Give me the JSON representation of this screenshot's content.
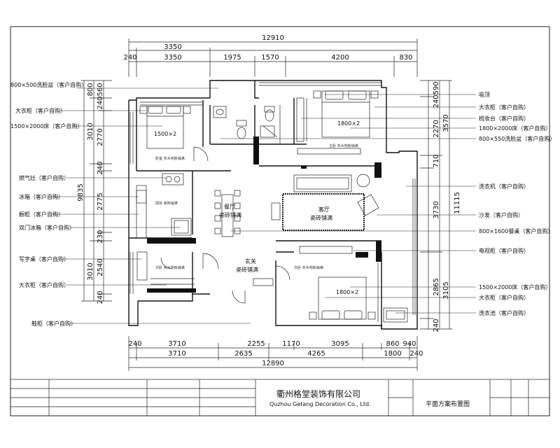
{
  "title_block": {
    "company_cn": "衢州格堂装饰有限公司",
    "company_en": "Quzhou Getang Decoration Co., Ltd.",
    "drawing_title": "平面方案布置图"
  },
  "top_dimensions": {
    "overall": "12910",
    "upper": [
      "3350"
    ],
    "lower": [
      "240",
      "3350",
      "1975",
      "1570",
      "4200",
      "830"
    ]
  },
  "bottom_dimensions": {
    "overall": "12890",
    "upper": [
      "240",
      "3710",
      "2255",
      "1170",
      "3095",
      "860",
      "940"
    ],
    "lower": [
      "3710",
      "2635",
      "4265",
      "1800",
      "240"
    ]
  },
  "left_dimensions": {
    "outer": [
      "9835"
    ],
    "inner_a": [
      "800",
      "560",
      "240",
      "3010",
      "2770",
      "240",
      "2775",
      "230",
      "3010",
      "2540",
      "240"
    ]
  },
  "right_dimensions": {
    "inner": [
      "590",
      "240",
      "2270",
      "3570",
      "710",
      "3730",
      "2865",
      "3105",
      "240"
    ],
    "outer": [
      "11115"
    ]
  },
  "left_notes": [
    "800×500洗脸盆（客户自购）",
    "大衣柜（客户自购）",
    "1500×2000床（客户自购）",
    "燃气灶（客户自购）",
    "冰箱（客户自购）",
    "橱柜（客户自购）",
    "双门冰箱（客户自购）",
    "写字桌（客户自购）",
    "大衣柜（客户自购）",
    "鞋柜（客户自购）"
  ],
  "right_notes": [
    "吸顶",
    "大衣柜（客户自购）",
    "梳妆台（客户自购）",
    "1800×2000床（客户自购）",
    "800×550洗脸盆（客户自购）",
    "洗衣机（客户自购）",
    "沙发（客户自购）",
    "800×1600餐桌（客户自购）",
    "电视柜（客户自购）",
    "1500×2000床（客户自购）",
    "大衣柜（客户自购）",
    "洗衣池（客户自购）"
  ],
  "rooms": {
    "dining": [
      "餐厅",
      "瓷砖铺满"
    ],
    "living": [
      "客厅",
      "瓷砖铺满"
    ],
    "entry": [
      "玄关",
      "瓷砖铺满"
    ],
    "bed_nw": "1500×2",
    "bed_ne": "1800×2",
    "bed_se": "1800×2"
  }
}
